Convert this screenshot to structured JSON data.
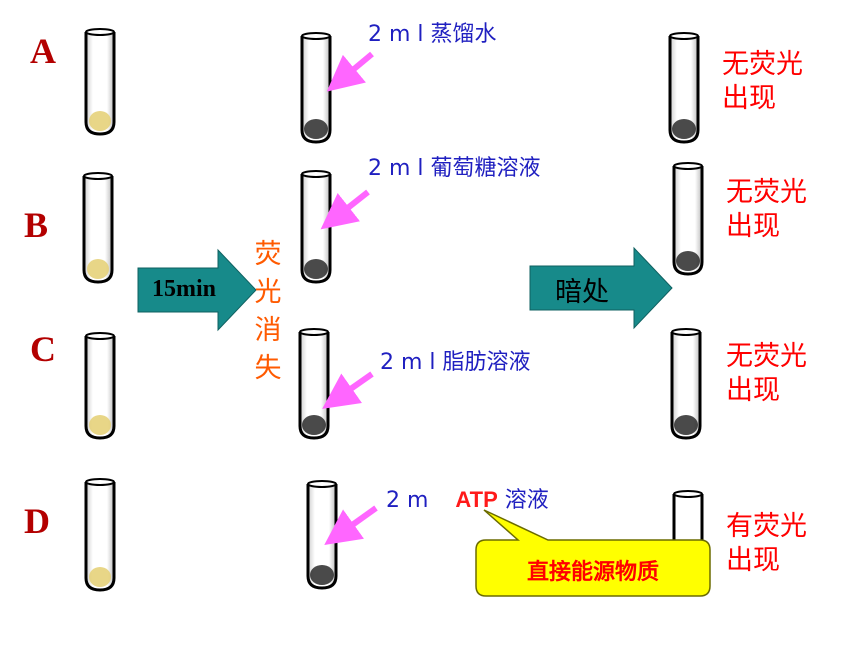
{
  "row_labels": [
    "A",
    "B",
    "C",
    "D"
  ],
  "added_solutions": {
    "A": "2 m l 蒸馏水",
    "B": "2 m l 葡萄糖溶液",
    "C": "2 m l 脂肪溶液",
    "D_prefix": "2 m",
    "D_atp": "ATP",
    "D_suffix": "溶液"
  },
  "arrow_15min": "15min",
  "fluorescence_lost": "荧光消失",
  "arrow_dark": "暗处",
  "results": {
    "A": "无荧光\n出现",
    "B": "无荧光\n出现",
    "C": "无荧光\n出现",
    "D": "有荧光\n出现"
  },
  "callout": "直接能源物质",
  "colors": {
    "row_label": "#b30000",
    "added_text": "#1f1fc0",
    "result_text": "#ff0000",
    "vertical_text": "#ff5a00",
    "arrow_fill": "#178a8a",
    "pink_arrow": "#ff66ff",
    "callout_fill": "#ffff00",
    "callout_text": "#ff0000",
    "fresh_particles": "#e6d27a",
    "spent_particles": "#2a2a2a"
  }
}
